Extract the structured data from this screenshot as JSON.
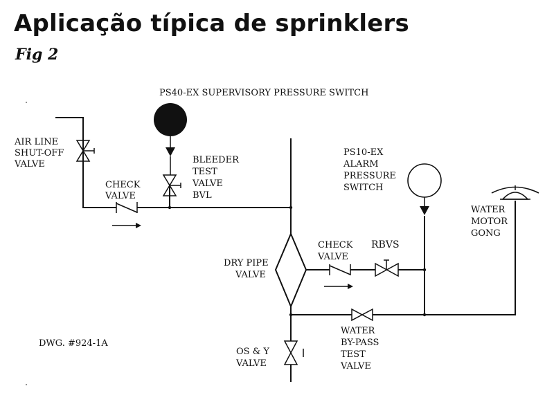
{
  "title": "Aplicação típica de sprinklers",
  "figure": "Fig 2",
  "labels": {
    "ps40": "PS40-EX SUPERVISORY PRESSURE SWITCH",
    "airline": [
      "AIR LINE",
      "SHUT-OFF",
      "VALVE"
    ],
    "check_left": [
      "CHECK",
      "VALVE"
    ],
    "bleeder": [
      "BLEEDER",
      "TEST",
      "VALVE",
      "BVL"
    ],
    "ps10": [
      "PS10-EX",
      "ALARM",
      "PRESSURE",
      "SWITCH"
    ],
    "gong": [
      "WATER",
      "MOTOR",
      "GONG"
    ],
    "drypipe": [
      "DRY PIPE",
      "VALVE"
    ],
    "check_right": [
      "CHECK",
      "VALVE"
    ],
    "rbvs": "RBVS",
    "bypass": [
      "WATER",
      "BY-PASS",
      "TEST",
      "VALVE"
    ],
    "osy": [
      "OS & Y",
      "VALVE"
    ],
    "dwg": "DWG. #924-1A"
  },
  "colors": {
    "ink": "#111111",
    "background": "#ffffff"
  }
}
